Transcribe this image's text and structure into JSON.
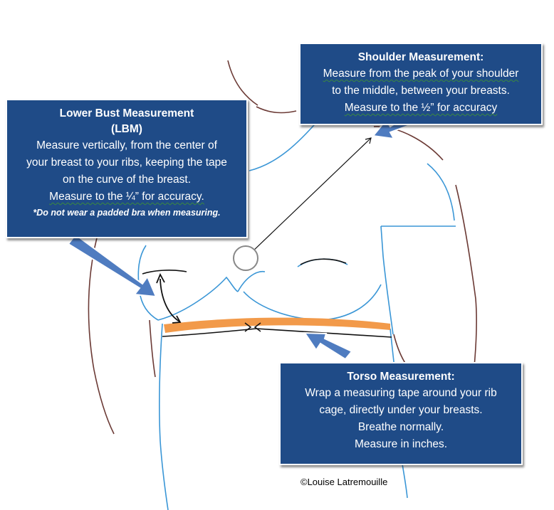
{
  "lower_bust": {
    "title_line1": "Lower Bust Measurement",
    "title_line2": "(LBM)",
    "line1": "Measure vertically, from the center of",
    "line2": "your breast to your ribs, keeping the tape",
    "line3": "on the curve of the breast.",
    "line4": "Measure to the ¼” for accuracy.",
    "note": "*Do not wear a padded bra when measuring."
  },
  "shoulder": {
    "title": "Shoulder Measurement:",
    "line1": "Measure from the peak of your shoulder",
    "line2": "to the middle, between your breasts.",
    "line3": "Measure to the ½” for accuracy"
  },
  "torso": {
    "title": "Torso Measurement:",
    "line1": "Wrap a measuring tape around your rib",
    "line2": "cage, directly under your breasts.",
    "line3": "Breathe normally.",
    "line4": "Measure in inches."
  },
  "credit": "©Louise Latremouille",
  "colors": {
    "box_fill": "#1f4b87",
    "arrow_fill": "#4f7cc0",
    "body_outline": "#3a96d6",
    "back_outline": "#6b3a35",
    "tape": "#f29a4a"
  }
}
